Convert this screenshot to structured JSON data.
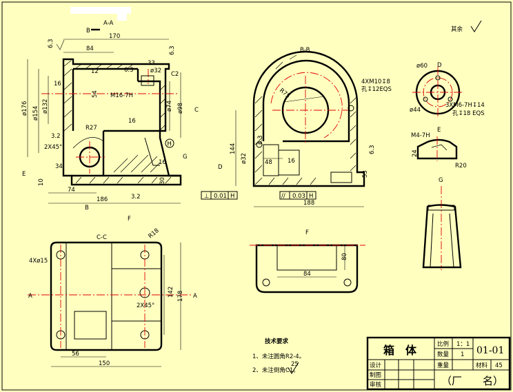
{
  "views": {
    "section_aa": "A-A",
    "section_bb": "B-B",
    "section_cc": "C-C",
    "view_d": "D",
    "view_e": "E",
    "view_f": "F",
    "view_g": "G"
  },
  "cutting_marks": {
    "B": "B",
    "C": "C",
    "A": "A",
    "D": "D",
    "E": "E",
    "F": "F",
    "G": "G",
    "H": "H"
  },
  "dims_aa": {
    "d170": "170",
    "d84": "84",
    "d12": "12",
    "d33": "33",
    "d32": "ø32",
    "r63a": "6.3",
    "r63b": "6.3",
    "r63c": "6.3",
    "c2": "C2",
    "m16": "M16-7H",
    "d16a": "16",
    "d54": "54",
    "d154": "ø154",
    "d132": "ø132",
    "d176": "ø176",
    "d74": "ø74",
    "d98": "ø98",
    "r27": "R27",
    "r32a": "3.2",
    "chamfer": "2X45°",
    "r16a": "16",
    "d16b": "16",
    "d34": "34",
    "d10": "10",
    "d74h": "74",
    "d186": "186",
    "d30": "30",
    "r32b": "3.2"
  },
  "dims_bb": {
    "r75": "R75",
    "holes": "4XM10↧8",
    "holes2": "孔↧12EQS",
    "d144": "144",
    "d32": "ø32",
    "d48": "48",
    "r16": "16",
    "r63a": "6.3",
    "r63b": "6.3",
    "d53": "53",
    "d188": "188",
    "tol1_sym": "⊥",
    "tol1_val": "0.01",
    "tol1_ref": "H",
    "tol2_sym": "//",
    "tol2_val": "0.03",
    "tol2_ref": "H"
  },
  "dims_d": {
    "d60": "ø60",
    "d44": "ø44",
    "holes": "3XM6-7H↧14",
    "holes2": "孔↧18 EQS"
  },
  "dims_e": {
    "m4": "M4-7H",
    "d24": "24",
    "r20": "R20"
  },
  "dims_cc": {
    "holes": "4Xø15",
    "r18": "R18",
    "chamfer": "2X45°",
    "d142": "142",
    "d178": "178",
    "d56": "56",
    "d150": "150"
  },
  "dims_f": {
    "d84": "84",
    "d80": "80"
  },
  "roughness_rest": "其余",
  "notes": {
    "title": "技术要求",
    "line1": "1、未注圆角R2-4。",
    "line2": "2、未注倒角C1。",
    "line2_value": "25"
  },
  "title_block": {
    "part_name": "箱　体",
    "ratio_label": "比例",
    "ratio_value": "1：1",
    "qty_label": "数量",
    "qty_value": "1",
    "weight_label": "重量",
    "material_label": "材料",
    "material_value": "45",
    "drawing_no": "01-01",
    "design": "设计",
    "draw": "制图",
    "review": "审核",
    "factory": "（厂　　名）"
  }
}
